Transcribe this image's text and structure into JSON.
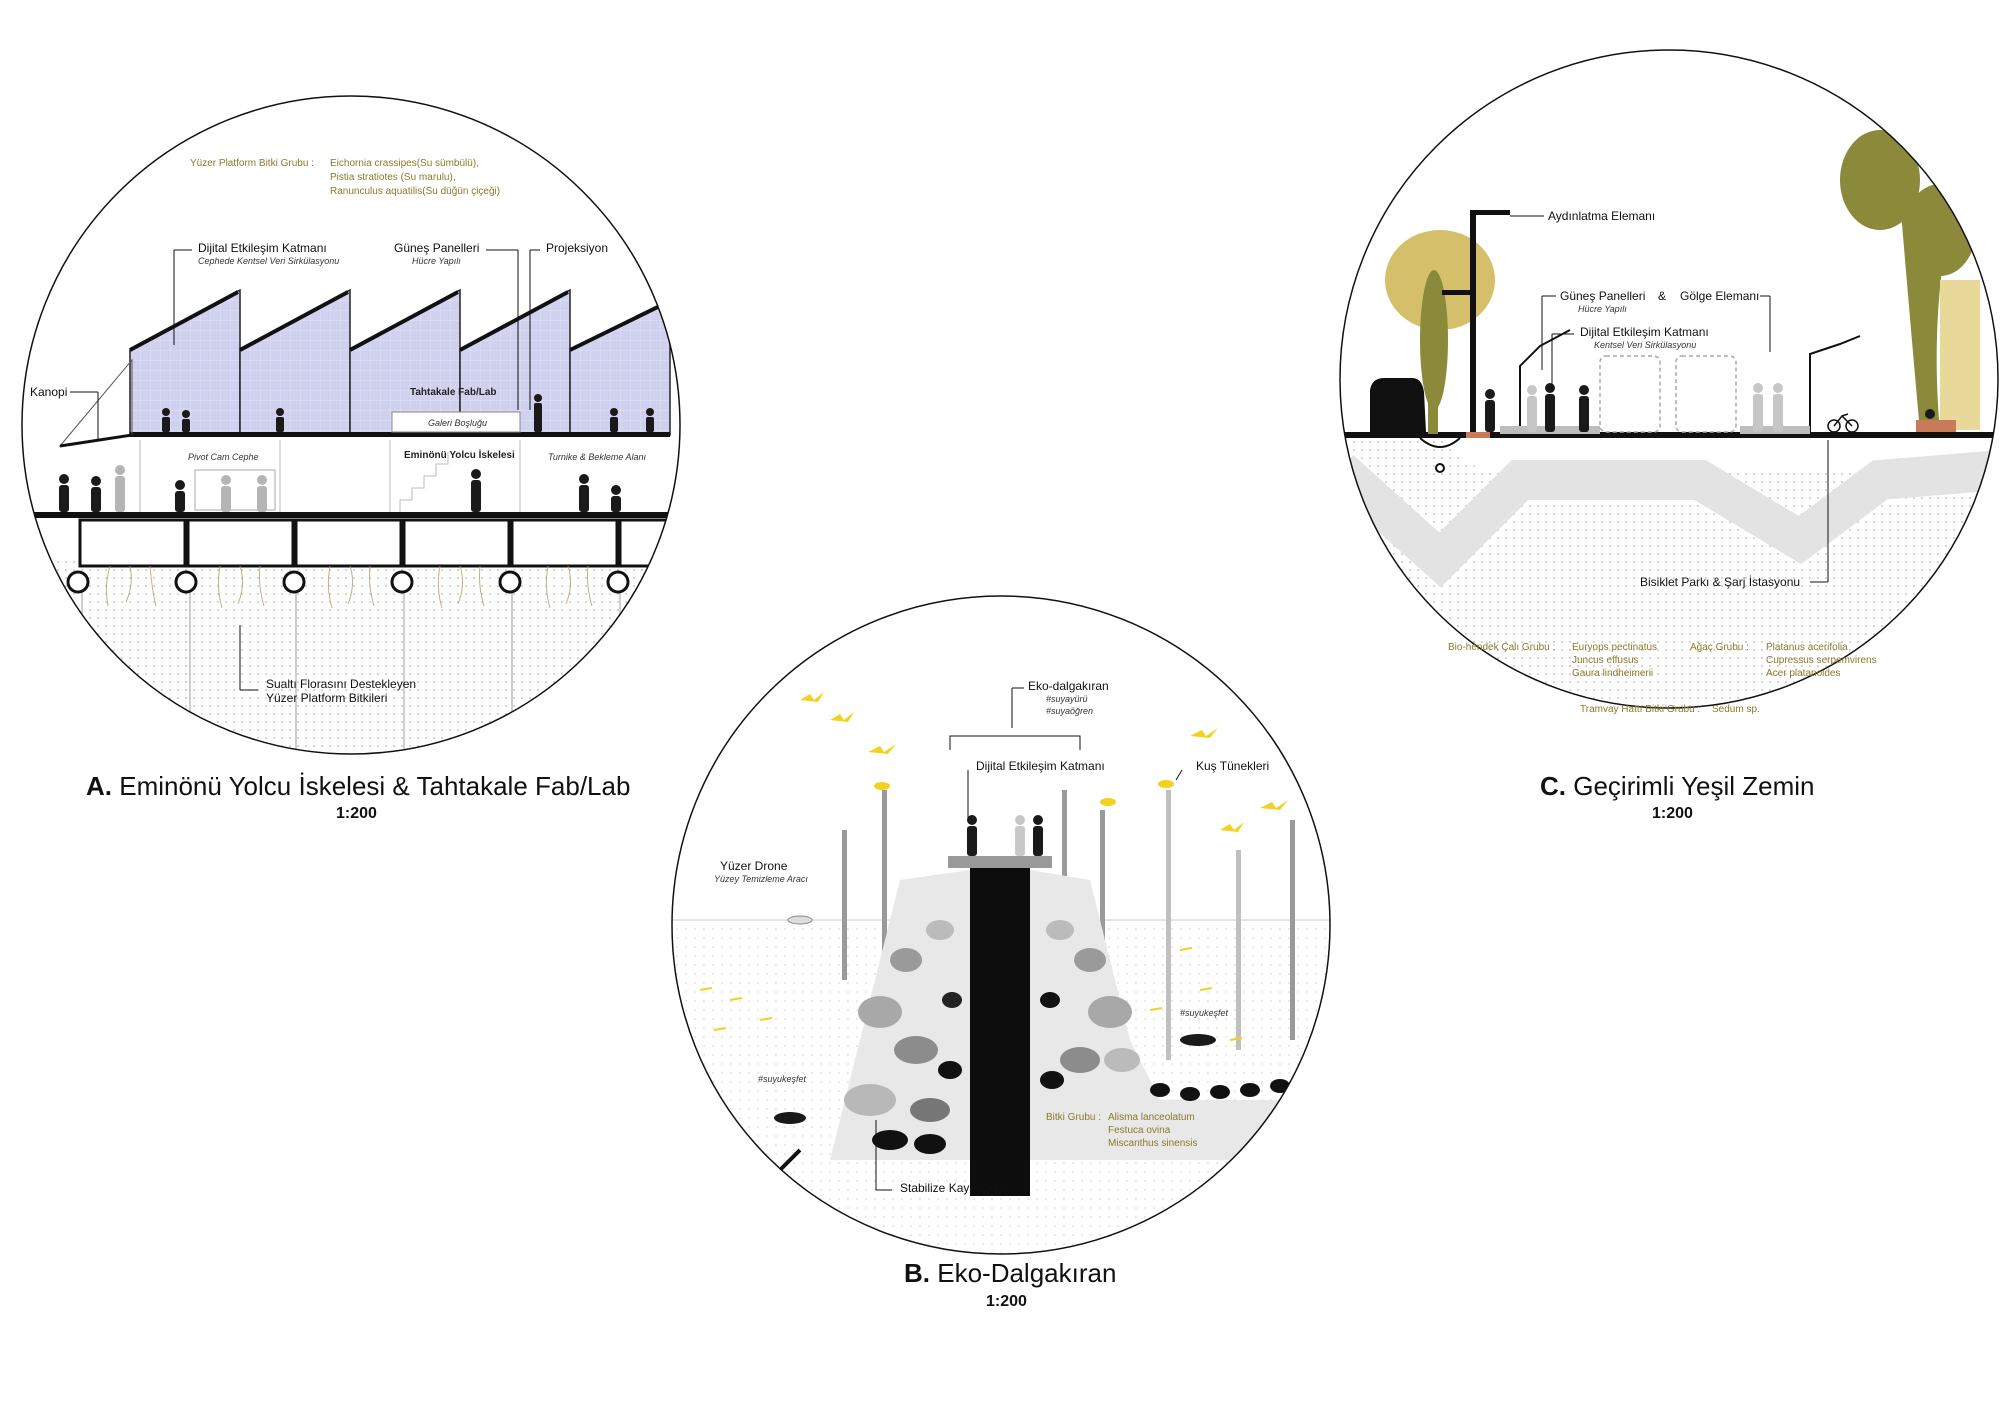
{
  "panel_a": {
    "plant_group_label": "Yüzer Platform Bitki Grubu :",
    "plant_group_species": [
      "Eichornia crassipes(Su sümbülü),",
      "Pistia stratiotes (Su marulu),",
      "Ranunculus aquatilis(Su düğün çiçeği)"
    ],
    "digital_layer": "Dijital Etkileşim Katmanı",
    "digital_layer_sub": "Cephede Kentsel Veri Sirkülasyonu",
    "solar_panels": "Güneş Panelleri",
    "solar_panels_sub": "Hücre Yapılı",
    "projection": "Projeksiyon",
    "canopy": "Kanopi",
    "fablab": "Tahtakale Fab/Lab",
    "gallery": "Galeri Boşluğu",
    "pivot": "Pivot Cam Cephe",
    "pier": "Eminönü Yolcu İskelesi",
    "turnstile": "Turnike & Bekleme Alanı",
    "underwater_1": "Sualtı Florasını Destekleyen",
    "underwater_2": "Yüzer Platform Bitkileri",
    "title_letter": "A.",
    "title": "Eminönü Yolcu İskelesi & Tahtakale Fab/Lab",
    "scale": "1:200"
  },
  "panel_b": {
    "eco_breakwater": "Eko-dalgakıran",
    "tag1": "#suyayürü",
    "tag2": "#suyaöğren",
    "digital_layer": "Dijital Etkileşim Katmanı",
    "bird_tunnels": "Kuş Tünekleri",
    "drone": "Yüzer Drone",
    "drone_sub": "Yüzey Temizleme Aracı",
    "explore_tag": "#suyukeşfet",
    "plant_group_label": "Bitki Grubu :",
    "plant_group_species": [
      "Alisma lanceolatum",
      "Festuca ovina",
      "Miscanthus sinensis"
    ],
    "rock_cover": "Stabilize Kaya Örtüsü",
    "title_letter": "B.",
    "title": "Eko-Dalgakıran",
    "scale": "1:200"
  },
  "panel_c": {
    "lighting": "Aydınlatma Elemanı",
    "solar_panels": "Güneş Panelleri",
    "amp": "&",
    "shade": "Gölge Elemanı",
    "solar_sub": "Hücre Yapılı",
    "digital_layer": "Dijital Etkileşim Katmanı",
    "digital_sub": "Kentsel Veri Sirkülasyonu",
    "bike": "Bisiklet Parkı & Şarj İstasyonu",
    "bio_label": "Bio-hendek Çalı Grubu :",
    "bio_species": [
      "Euryops pectinatus",
      "Juncus effusus",
      "Gaura lindheimerii"
    ],
    "tree_label": "Ağaç Grubu :",
    "tree_species": [
      "Platanus acerifolia",
      "Cupressus serpemvirens",
      "Acer platanoides"
    ],
    "tram_label": "Tramvay Hattı Bitki Grubu :",
    "tram_species": "Sedum sp.",
    "title_letter": "C.",
    "title": "Geçirimli Yeşil Zemin",
    "scale": "1:200"
  },
  "colors": {
    "olive_text": "#8a7a2a",
    "bird_yellow": "#f2d21e",
    "roof_blue": "#c9ccec",
    "tree_olive": "#8b8a3a",
    "tree_sand": "#d6bf6a"
  }
}
